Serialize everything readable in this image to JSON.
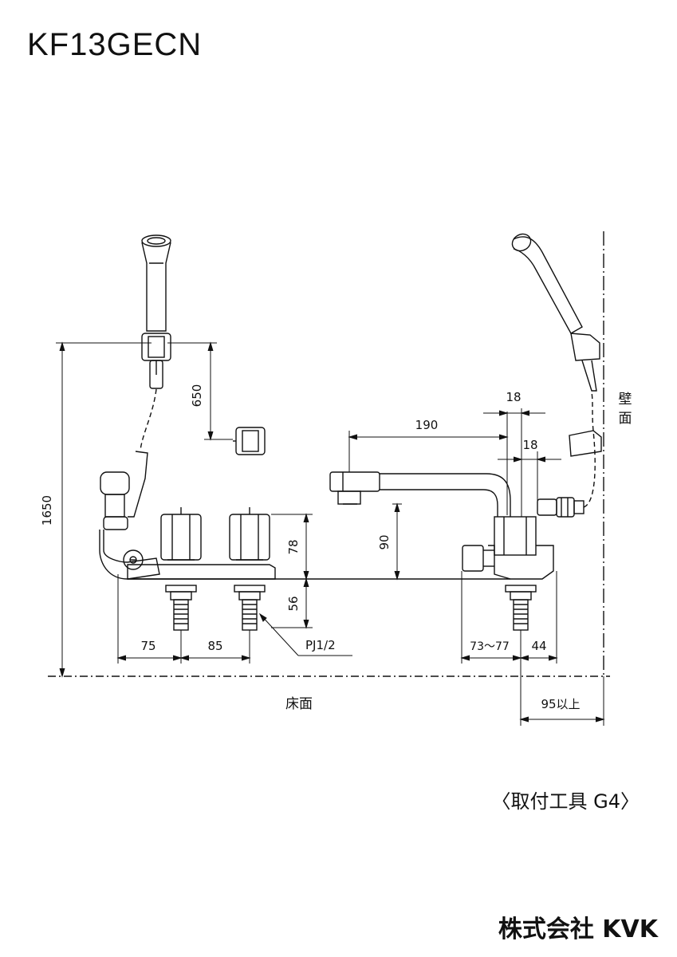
{
  "model": "KF13GECN",
  "labels": {
    "wall": [
      "壁",
      "面"
    ],
    "floor": "床面",
    "pipe_thread": "PJ1/2"
  },
  "dimensions": {
    "total_height": "1650",
    "hook_drop": "650",
    "handle_height": "78",
    "body_depth": "56",
    "spout_height": "90",
    "spout_reach": "190",
    "offset_a": "18",
    "offset_b": "18",
    "pitch_left": "75",
    "pitch_right": "85",
    "wall_range": "73～77",
    "wall_side": "44",
    "wall_min": "95以上"
  },
  "mounting_tool": "〈取付工具 G4〉",
  "manufacturer": "株式会社 KVK"
}
